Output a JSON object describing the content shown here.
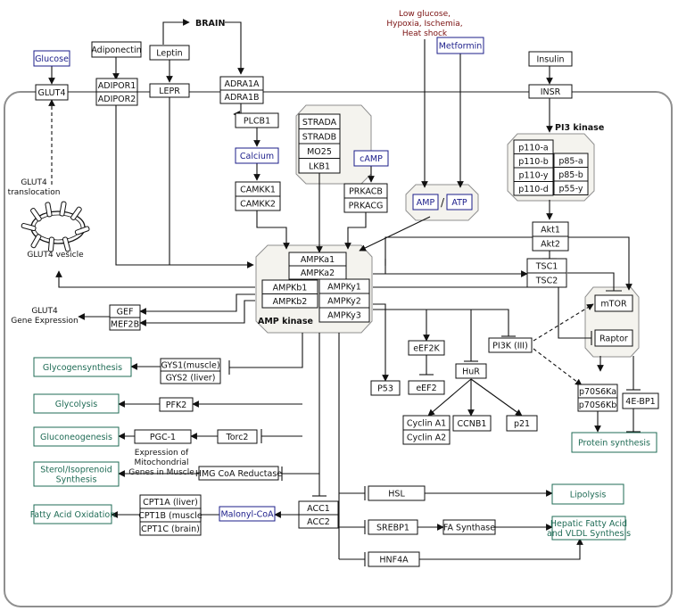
{
  "labels": {
    "brain": "BRAIN",
    "stress": [
      "Low glucose,",
      "Hypoxia, Ischemia,",
      "Heat shock"
    ],
    "pi3k": "PI3 kinase",
    "ampk": "AMP kinase",
    "glut4_translocation": [
      "GLUT4",
      "translocation"
    ],
    "glut4_vesicle": "GLUT4 vesicle",
    "glut4_expression": [
      "GLUT4",
      "Gene Expression"
    ],
    "mito_expression": [
      "Expression of",
      "Mitochondrial",
      "Genes in Muscle"
    ],
    "amp": "AMP",
    "atp": "ATP",
    "slash": "/"
  },
  "nodes": {
    "glucose": "Glucose",
    "glut4": "GLUT4",
    "adiponectin": "Adiponectin",
    "adipor1": "ADIPOR1",
    "adipor2": "ADIPOR2",
    "leptin": "Leptin",
    "lepr": "LEPR",
    "adra1a": "ADRA1A",
    "adra1b": "ADRA1B",
    "metformin": "Metformin",
    "insulin": "Insulin",
    "insr": "INSR",
    "plcb1": "PLCB1",
    "calcium": "Calcium",
    "camkk1": "CAMKK1",
    "camkk2": "CAMKK2",
    "strada": "STRADA",
    "stradb": "STRADB",
    "mo25": "MO25",
    "lkb1": "LKB1",
    "camp": "cAMP",
    "prkacb": "PRKACB",
    "prkacg": "PRKACG",
    "p110a": "p110-a",
    "p110b": "p110-b",
    "p110y": "p110-y",
    "p110d": "p110-d",
    "p85a": "p85-a",
    "p85b": "p85-b",
    "p55y": "p55-y",
    "akt1": "Akt1",
    "akt2": "Akt2",
    "ampka1": "AMPKa1",
    "ampka2": "AMPKa2",
    "ampkb1": "AMPKb1",
    "ampkb2": "AMPKb2",
    "ampky1": "AMPKy1",
    "ampky2": "AMPKy2",
    "ampky3": "AMPKy3",
    "tsc1": "TSC1",
    "tsc2": "TSC2",
    "mtor": "mTOR",
    "raptor": "Raptor",
    "gef": "GEF",
    "mef2b": "MEF2B",
    "eef2k": "eEF2K",
    "eef2": "eEF2",
    "pi3k3": "PI3K (III)",
    "p53": "P53",
    "hur": "HuR",
    "cyclina1": "Cyclin A1",
    "cyclina2": "Cyclin A2",
    "ccnb1": "CCNB1",
    "p21": "p21",
    "p70s6ka": "p70S6Ka",
    "p70s6kb": "p70S6Kb",
    "ebp1": "4E-BP1",
    "gys1": "GYS1(muscle)",
    "gys2": "GYS2 (liver)",
    "pfk2": "PFK2",
    "pgc1": "PGC-1",
    "torc2": "Torc2",
    "hmgcoa": "HMG CoA Reductase",
    "cpt1a": "CPT1A (liver)",
    "cpt1b": "CPT1B (muscle",
    "cpt1c": "CPT1C (brain)",
    "malonyl": "Malonyl-CoA",
    "acc1": "ACC1",
    "acc2": "ACC2",
    "hsl": "HSL",
    "srebp1": "SREBP1",
    "fasynthase": "FA Synthase",
    "hnf4a": "HNF4A"
  },
  "outcomes": {
    "glycogen": "Glycogensynthesis",
    "glycolysis": "Glycolysis",
    "gluconeo": "Gluconeogenesis",
    "sterol": [
      "Sterol/Isoprenoid",
      "Synthesis"
    ],
    "fao": "Fatty Acid Oxidation",
    "lipolysis": "Lipolysis",
    "hepatic": [
      "Hepatic Fatty Acid",
      "and VLDL Synthesis"
    ],
    "protein": "Protein synthesis"
  },
  "colors": {
    "molecule": "#1b1d8a",
    "outcome": "#1f6b55",
    "stress": "#7a1010",
    "complex_fill": "#f4f3ee"
  }
}
